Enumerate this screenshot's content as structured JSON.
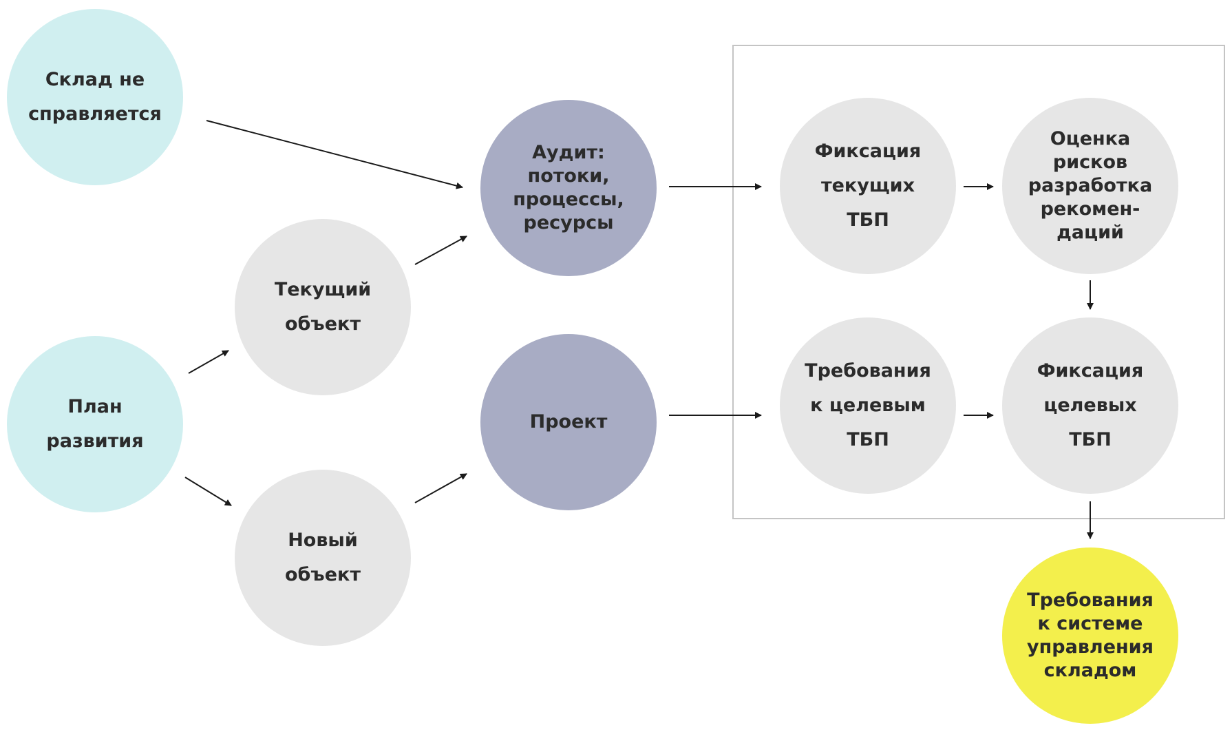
{
  "colors": {
    "teal": "#d0eff0",
    "grey": "#e6e6e6",
    "slate": "#a8acc4",
    "yellow": "#f3ef4c",
    "arrow": "#1a1a1a",
    "frame": "#c4c4c4"
  },
  "nodes": {
    "sklad": {
      "lines": [
        "Склад не",
        "справляется"
      ]
    },
    "plan": {
      "lines": [
        "План",
        "развития"
      ]
    },
    "tekushchiy": {
      "lines": [
        "Текущий",
        "объект"
      ]
    },
    "novyy": {
      "lines": [
        "Новый",
        "объект"
      ]
    },
    "audit": {
      "lines": [
        "Аудит:",
        "потоки,",
        "процессы,",
        "ресурсы"
      ]
    },
    "proekt": {
      "lines": [
        "Проект"
      ]
    },
    "fiks_tek": {
      "lines": [
        "Фиксация",
        "текущих",
        "ТБП"
      ]
    },
    "otsenka": {
      "lines": [
        "Оценка",
        "рисков",
        "разработка",
        "рекомен-",
        "даций"
      ]
    },
    "treb_tsel": {
      "lines": [
        "Требования",
        "к целевым",
        "ТБП"
      ]
    },
    "fiks_tsel": {
      "lines": [
        "Фиксация",
        "целевых",
        "ТБП"
      ]
    },
    "treb_sistema": {
      "lines": [
        "Требования",
        "к системе",
        "управления",
        "складом"
      ]
    }
  }
}
